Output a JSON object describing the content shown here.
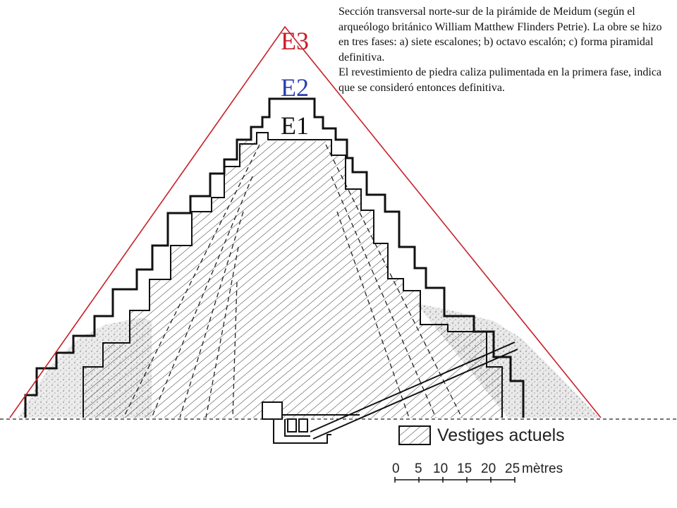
{
  "caption": {
    "paragraph1": "Sección transversal norte-sur de la pirámide de Meidum (según el arqueólogo británico  William Matthew Flinders Petrie). La obre se hizo en tres fases: a) siete escalones; b) octavo escalón; c) forma piramidal definitiva.",
    "paragraph2": "El revestimiento de piedra caliza pulimentada en la primera fase, indica que se consideró entonces definitiva."
  },
  "labels": {
    "e3": "E3",
    "e2": "E2",
    "e1": "E1"
  },
  "legend": {
    "label": "Vestiges actuels"
  },
  "scale": {
    "ticks": [
      "0",
      "5",
      "10",
      "15",
      "20",
      "25"
    ],
    "unit": "mètres"
  },
  "colors": {
    "e3": "#c8202a",
    "e2": "#2a3fb0",
    "e1": "#111111"
  }
}
